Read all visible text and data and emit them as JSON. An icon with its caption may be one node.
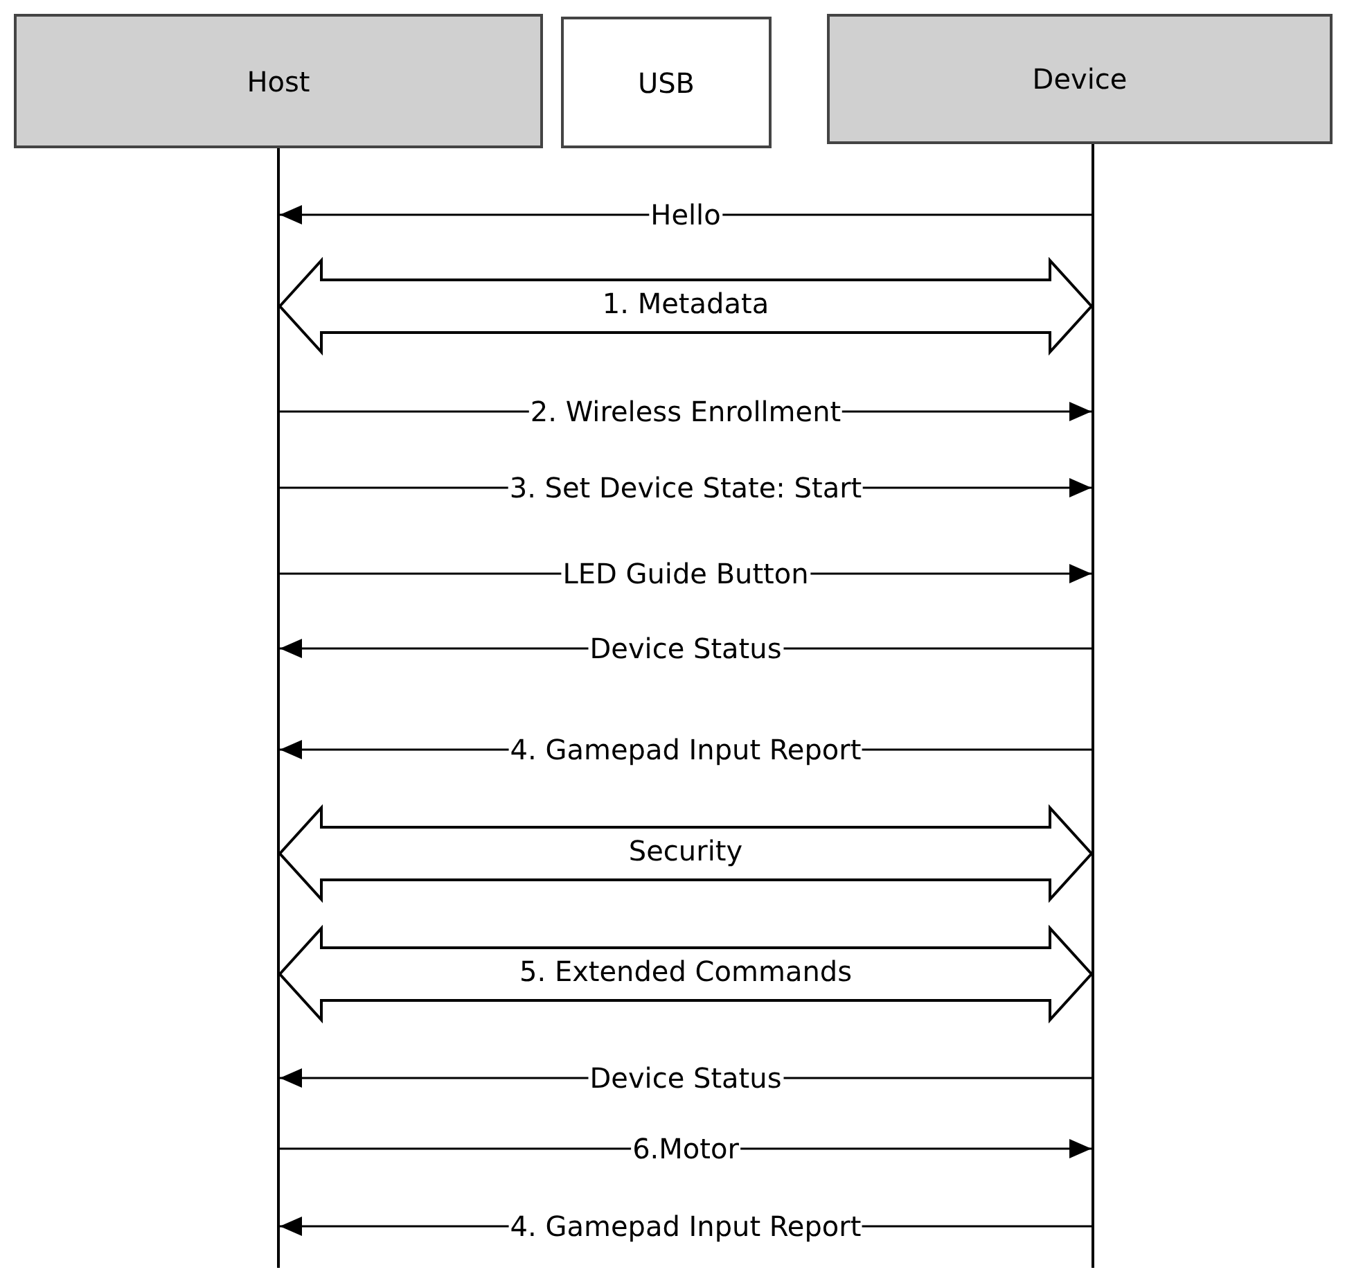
{
  "diagram": {
    "nodes": [
      {
        "text": [
          "Host"
        ]
      },
      {
        "text": [
          "USB"
        ]
      },
      {
        "text": [
          "Device"
        ]
      },
      {
        "text": [],
        "shape": "bar"
      },
      {
        "text": [],
        "shape": "bar"
      }
    ],
    "edges": [
      {
        "from": 4,
        "to": 3,
        "arrow": "to",
        "label": "Hello"
      },
      {
        "from": 3,
        "to": 4,
        "arrow": "both",
        "label": "1. Metadata",
        "style": "thick"
      },
      {
        "from": 3,
        "to": 4,
        "arrow": "to",
        "label": "2. Wireless Enrollment"
      },
      {
        "from": 3,
        "to": 4,
        "arrow": "to",
        "label": "3. Set Device State: Start"
      },
      {
        "from": 3,
        "to": 4,
        "arrow": "to",
        "label": "LED Guide Button"
      },
      {
        "from": 4,
        "to": 3,
        "arrow": "to",
        "label": "Device Status"
      },
      {
        "from": 4,
        "to": 3,
        "arrow": "to",
        "label": "4. Gamepad Input Report"
      },
      {
        "from": 3,
        "to": 4,
        "arrow": "both",
        "label": "Security",
        "style": "thick"
      },
      {
        "from": 3,
        "to": 4,
        "arrow": "both",
        "label": "5. Extended Commands",
        "style": "thick"
      },
      {
        "from": 4,
        "to": 3,
        "arrow": "to",
        "label": "Device Status"
      },
      {
        "from": 3,
        "to": 4,
        "arrow": "to",
        "label": "6.Motor"
      },
      {
        "from": 4,
        "to": 3,
        "arrow": "to",
        "label": "4. Gamepad Input Report"
      }
    ]
  }
}
